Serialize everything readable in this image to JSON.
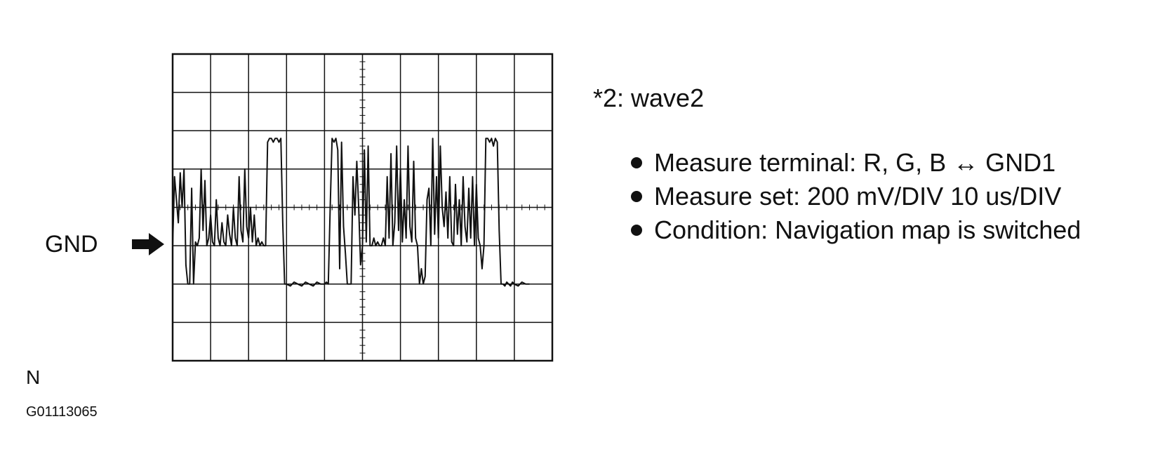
{
  "gnd": {
    "label": "GND",
    "arrow_icon": "right-arrow-icon"
  },
  "info": {
    "wave_title": "*2: wave2",
    "bullets": [
      "Measure terminal: R, G, B ↔ GND1",
      "Measure set: 200 mV/DIV 10 us/DIV",
      "Condition: Navigation map is switched"
    ]
  },
  "figure": {
    "letter": "N",
    "code": "G01113065"
  },
  "chart_data": {
    "type": "line",
    "grid": true,
    "divisions": {
      "x": 10,
      "y": 8
    },
    "xlim": [
      0,
      10
    ],
    "ylim": [
      -3,
      5
    ],
    "gnd_level": 0,
    "x": [
      0.0,
      0.05,
      0.1,
      0.15,
      0.2,
      0.25,
      0.3,
      0.35,
      0.4,
      0.45,
      0.5,
      0.55,
      0.6,
      0.65,
      0.7,
      0.75,
      0.8,
      0.85,
      0.9,
      0.95,
      1.0,
      1.05,
      1.1,
      1.15,
      1.2,
      1.25,
      1.3,
      1.35,
      1.4,
      1.45,
      1.5,
      1.55,
      1.6,
      1.65,
      1.7,
      1.75,
      1.8,
      1.85,
      1.9,
      1.95,
      2.0,
      2.05,
      2.1,
      2.15,
      2.2,
      2.25,
      2.3,
      2.35,
      2.4,
      2.45,
      2.5,
      2.55,
      2.6,
      2.65,
      2.7,
      2.75,
      2.8,
      2.85,
      2.9,
      2.95,
      3.0,
      3.1,
      3.2,
      3.3,
      3.4,
      3.5,
      3.6,
      3.7,
      3.8,
      3.9,
      4.0,
      4.05,
      4.1,
      4.15,
      4.2,
      4.25,
      4.3,
      4.35,
      4.4,
      4.45,
      4.5,
      4.55,
      4.6,
      4.65,
      4.7,
      4.75,
      4.8,
      4.85,
      4.9,
      4.95,
      5.0,
      5.05,
      5.1,
      5.15,
      5.2,
      5.25,
      5.3,
      5.35,
      5.4,
      5.45,
      5.5,
      5.55,
      5.6,
      5.65,
      5.7,
      5.75,
      5.8,
      5.85,
      5.9,
      5.95,
      6.0,
      6.05,
      6.1,
      6.15,
      6.2,
      6.25,
      6.3,
      6.35,
      6.4,
      6.45,
      6.5,
      6.55,
      6.6,
      6.65,
      6.7,
      6.75,
      6.8,
      6.85,
      6.9,
      6.95,
      7.0,
      7.05,
      7.1,
      7.15,
      7.2,
      7.25,
      7.3,
      7.35,
      7.4,
      7.45,
      7.5,
      7.55,
      7.6,
      7.65,
      7.7,
      7.75,
      7.8,
      7.85,
      7.9,
      7.95,
      8.0,
      8.05,
      8.1,
      8.15,
      8.2,
      8.25,
      8.3,
      8.35,
      8.4,
      8.45,
      8.5,
      8.55,
      8.6,
      8.65,
      8.7,
      8.75,
      8.8,
      8.85,
      8.9,
      8.95,
      9.0,
      9.1,
      9.2,
      9.3,
      9.4,
      9.5,
      9.6,
      9.7,
      9.8,
      9.9,
      10.0
    ],
    "y": [
      0.0,
      1.8,
      1.2,
      0.6,
      1.9,
      1.0,
      2.0,
      -0.5,
      -1.0,
      -1.0,
      1.5,
      -1.0,
      0.1,
      0.0,
      0.2,
      2.0,
      0.4,
      1.7,
      0.0,
      0.2,
      0.8,
      0.1,
      0.0,
      1.2,
      0.2,
      0.0,
      0.6,
      0.1,
      0.0,
      0.8,
      0.3,
      0.0,
      1.0,
      0.2,
      0.0,
      1.8,
      0.4,
      0.1,
      2.0,
      0.5,
      0.2,
      1.0,
      0.1,
      0.8,
      0.0,
      0.2,
      0.0,
      0.1,
      0.0,
      0.0,
      2.7,
      2.8,
      2.8,
      2.7,
      2.8,
      2.8,
      2.7,
      2.8,
      0.6,
      -1.0,
      -1.0,
      -1.05,
      -0.95,
      -1.0,
      -1.05,
      -0.95,
      -1.0,
      -1.05,
      -0.95,
      -1.0,
      -1.0,
      -0.95,
      -1.0,
      1.0,
      2.8,
      2.7,
      2.8,
      2.5,
      -0.6,
      2.7,
      0.5,
      -0.2,
      -1.0,
      -1.0,
      -1.0,
      1.8,
      0.8,
      2.2,
      1.0,
      -0.5,
      0.0,
      2.5,
      0.1,
      2.6,
      0.0,
      0.0,
      0.2,
      0.0,
      0.1,
      0.0,
      0.0,
      0.2,
      0.0,
      1.8,
      0.2,
      2.4,
      0.0,
      0.6,
      2.6,
      0.4,
      2.0,
      0.1,
      1.2,
      0.2,
      2.6,
      0.5,
      0.1,
      2.2,
      0.2,
      0.0,
      -1.0,
      -0.6,
      -1.0,
      -0.8,
      1.2,
      1.5,
      0.0,
      2.8,
      0.3,
      1.8,
      0.2,
      2.6,
      1.0,
      0.5,
      1.4,
      0.2,
      1.8,
      0.1,
      0.0,
      1.6,
      0.3,
      1.2,
      0.0,
      1.8,
      0.5,
      0.1,
      1.5,
      0.2,
      1.8,
      0.0,
      1.6,
      0.2,
      0.0,
      -0.6,
      0.0,
      2.8,
      2.8,
      2.7,
      2.8,
      2.6,
      2.8,
      2.7,
      0.4,
      -1.0,
      -1.0,
      -1.05,
      -0.95,
      -1.0,
      -1.05,
      -0.95,
      -1.0,
      -1.05,
      -0.95,
      -1.0,
      -1.0
    ]
  }
}
